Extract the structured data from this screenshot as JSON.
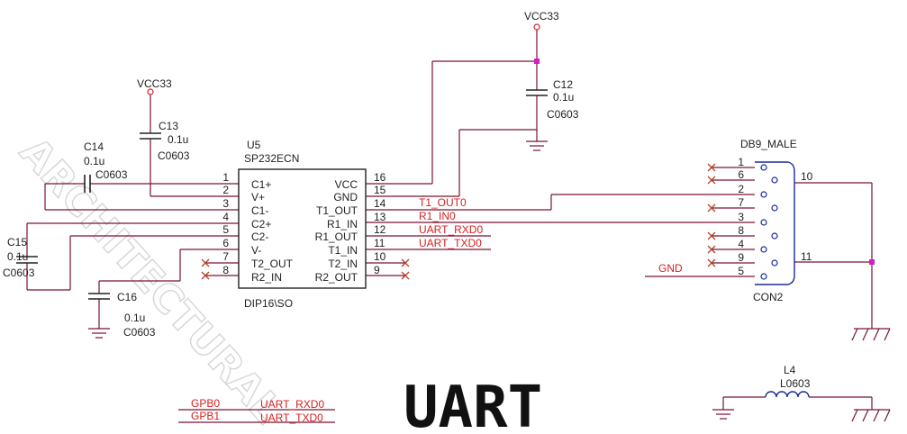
{
  "title": "UART",
  "colors": {
    "wire": "#7a1330",
    "net": "#d62020",
    "part": "#222222",
    "junction": "#d41cc8",
    "nc": "#b0422a"
  },
  "power": {
    "vcc_top": "VCC33",
    "vcc_left": "VCC33",
    "gnd_label": "GND"
  },
  "ic": {
    "ref": "U5",
    "part": "SP232ECN",
    "package": "DIP16\\SO",
    "left_pins": [
      {
        "num": "1",
        "name": "C1+"
      },
      {
        "num": "2",
        "name": "V+"
      },
      {
        "num": "3",
        "name": "C1-"
      },
      {
        "num": "4",
        "name": "C2+"
      },
      {
        "num": "5",
        "name": "C2-"
      },
      {
        "num": "6",
        "name": "V-"
      },
      {
        "num": "7",
        "name": "T2_OUT"
      },
      {
        "num": "8",
        "name": "R2_IN"
      }
    ],
    "right_pins": [
      {
        "num": "16",
        "name": "VCC"
      },
      {
        "num": "15",
        "name": "GND"
      },
      {
        "num": "14",
        "name": "T1_OUT"
      },
      {
        "num": "13",
        "name": "R1_IN"
      },
      {
        "num": "12",
        "name": "R1_OUT"
      },
      {
        "num": "11",
        "name": "T1_IN"
      },
      {
        "num": "10",
        "name": "T2_IN"
      },
      {
        "num": "9",
        "name": "R2_OUT"
      }
    ]
  },
  "caps": {
    "c12": {
      "ref": "C12",
      "value": "0.1u",
      "pkg": "C0603"
    },
    "c13": {
      "ref": "C13",
      "value": "0.1u",
      "pkg": "C0603"
    },
    "c14": {
      "ref": "C14",
      "value": "0.1u",
      "pkg": "C0603"
    },
    "c15": {
      "ref": "C15",
      "value": "0.1u",
      "pkg": "C0603"
    },
    "c16": {
      "ref": "C16",
      "value": "0.1u",
      "pkg": "C0603"
    }
  },
  "nets": {
    "t1_out": "T1_OUT0",
    "r1_in": "R1_IN0",
    "uart_rxd": "UART_RXD0",
    "uart_txd": "UART_TXD0"
  },
  "connector": {
    "name": "DB9_MALE",
    "ref": "CON2",
    "pins": [
      "1",
      "6",
      "2",
      "7",
      "3",
      "8",
      "4",
      "9",
      "5"
    ],
    "shield_a": "10",
    "shield_b": "11"
  },
  "inductor": {
    "ref": "L4",
    "pkg": "L0603"
  },
  "gpio": [
    {
      "pin": "GPB0",
      "net": "UART_RXD0"
    },
    {
      "pin": "GPB1",
      "net": "UART_TXD0"
    }
  ]
}
